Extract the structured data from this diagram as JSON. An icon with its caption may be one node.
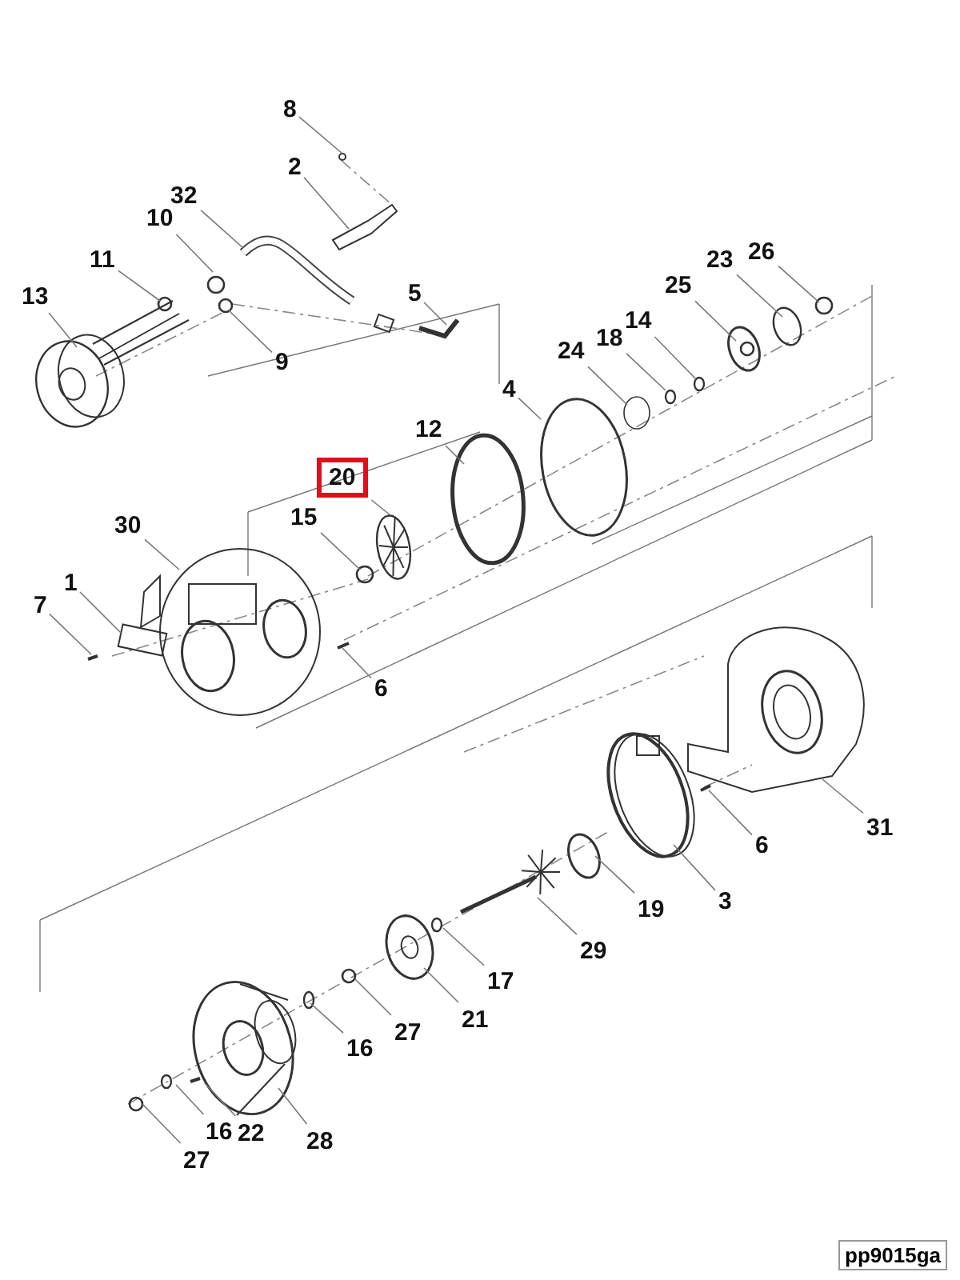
{
  "diagram": {
    "nodes": [
      {
        "text": [
          "8"
        ]
      },
      {
        "text": [
          "2"
        ]
      },
      {
        "text": [
          "32"
        ]
      },
      {
        "text": [
          "10"
        ]
      },
      {
        "text": [
          "26"
        ]
      },
      {
        "text": [
          "23"
        ]
      },
      {
        "text": [
          "11"
        ]
      },
      {
        "text": [
          "13"
        ]
      },
      {
        "text": [
          "25"
        ]
      },
      {
        "text": [
          "5"
        ]
      },
      {
        "text": [
          "14"
        ]
      },
      {
        "text": [
          "18"
        ]
      },
      {
        "text": [
          "24"
        ]
      },
      {
        "text": [
          "9"
        ]
      },
      {
        "text": [
          "4"
        ]
      },
      {
        "text": [
          "12"
        ]
      },
      {
        "text": [
          "20"
        ]
      },
      {
        "text": [
          "15"
        ]
      },
      {
        "text": [
          "30"
        ]
      },
      {
        "text": [
          "1"
        ]
      },
      {
        "text": [
          "7"
        ]
      },
      {
        "text": [
          "6"
        ]
      },
      {
        "text": [
          "31"
        ]
      },
      {
        "text": [
          "6"
        ]
      },
      {
        "text": [
          "3"
        ]
      },
      {
        "text": [
          "19"
        ]
      },
      {
        "text": [
          "29"
        ]
      },
      {
        "text": [
          "17"
        ]
      },
      {
        "text": [
          "21"
        ]
      },
      {
        "text": [
          "27"
        ]
      },
      {
        "text": [
          "16"
        ]
      },
      {
        "text": [
          "28"
        ]
      },
      {
        "text": [
          "22"
        ]
      },
      {
        "text": [
          "16"
        ]
      },
      {
        "text": [
          "27"
        ]
      }
    ],
    "edges": [
      {
        "from": 0,
        "to": null,
        "arrow": "none"
      },
      {
        "from": 1,
        "to": null,
        "arrow": "none"
      },
      {
        "from": 2,
        "to": null,
        "arrow": "none"
      },
      {
        "from": 3,
        "to": null,
        "arrow": "none"
      },
      {
        "from": 4,
        "to": null,
        "arrow": "none"
      },
      {
        "from": 5,
        "to": null,
        "arrow": "none"
      },
      {
        "from": 6,
        "to": null,
        "arrow": "none"
      },
      {
        "from": 7,
        "to": null,
        "arrow": "none"
      },
      {
        "from": 8,
        "to": null,
        "arrow": "none"
      },
      {
        "from": 9,
        "to": null,
        "arrow": "none"
      },
      {
        "from": 10,
        "to": null,
        "arrow": "none"
      },
      {
        "from": 11,
        "to": null,
        "arrow": "none"
      },
      {
        "from": 12,
        "to": null,
        "arrow": "none"
      },
      {
        "from": 13,
        "to": null,
        "arrow": "none"
      },
      {
        "from": 14,
        "to": null,
        "arrow": "none"
      },
      {
        "from": 15,
        "to": null,
        "arrow": "none"
      },
      {
        "from": 16,
        "to": null,
        "arrow": "none"
      },
      {
        "from": 17,
        "to": null,
        "arrow": "none"
      },
      {
        "from": 18,
        "to": null,
        "arrow": "none"
      },
      {
        "from": 19,
        "to": null,
        "arrow": "none"
      },
      {
        "from": 20,
        "to": null,
        "arrow": "none"
      },
      {
        "from": 21,
        "to": null,
        "arrow": "none"
      },
      {
        "from": 22,
        "to": null,
        "arrow": "none"
      },
      {
        "from": 23,
        "to": null,
        "arrow": "none"
      },
      {
        "from": 24,
        "to": null,
        "arrow": "none"
      },
      {
        "from": 25,
        "to": null,
        "arrow": "none"
      },
      {
        "from": 26,
        "to": null,
        "arrow": "none"
      },
      {
        "from": 27,
        "to": null,
        "arrow": "none"
      },
      {
        "from": 28,
        "to": null,
        "arrow": "none"
      },
      {
        "from": 29,
        "to": null,
        "arrow": "none"
      },
      {
        "from": 30,
        "to": null,
        "arrow": "none"
      },
      {
        "from": 31,
        "to": null,
        "arrow": "none"
      },
      {
        "from": 32,
        "to": null,
        "arrow": "none"
      },
      {
        "from": 33,
        "to": null,
        "arrow": "none"
      },
      {
        "from": 34,
        "to": null,
        "arrow": "none"
      }
    ],
    "labels": [
      "pp9015ga"
    ]
  }
}
